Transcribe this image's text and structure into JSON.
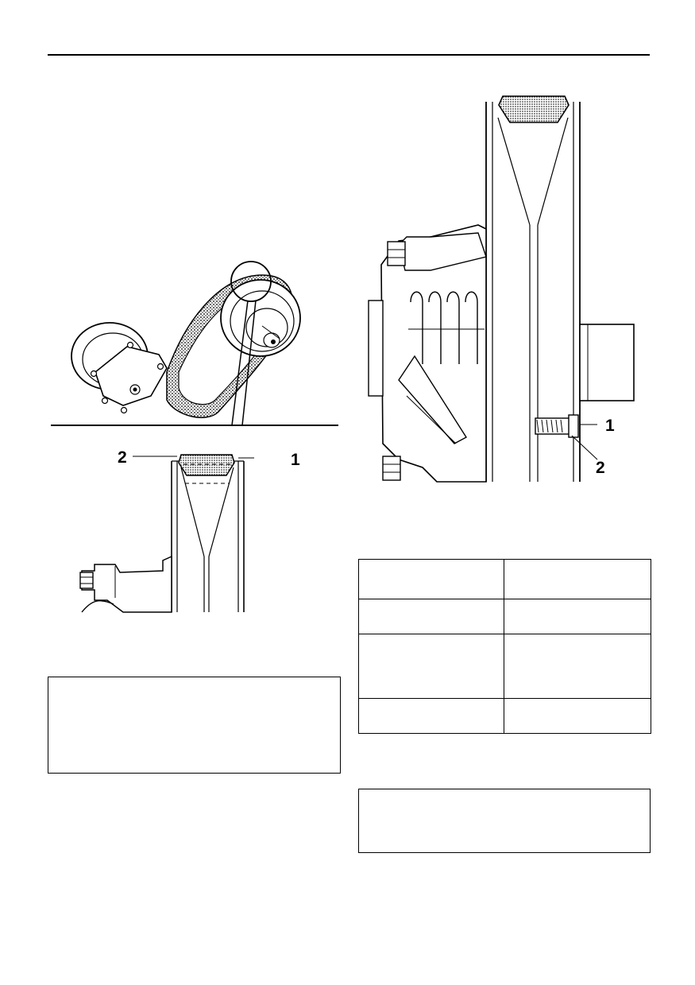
{
  "callouts": {
    "left_figure": {
      "top_left": "2",
      "top_right": "1"
    },
    "right_figure": {
      "bolt": "1",
      "nut": "2"
    }
  },
  "spec_table": {
    "rows": [
      [
        "",
        ""
      ],
      [
        "",
        ""
      ],
      [
        "",
        ""
      ],
      [
        "",
        ""
      ]
    ]
  },
  "note_boxes": {
    "left": "",
    "right": ""
  },
  "colors": {
    "ink": "#000000",
    "paper": "#ffffff",
    "belt_stipple": "#9a9a9a"
  }
}
